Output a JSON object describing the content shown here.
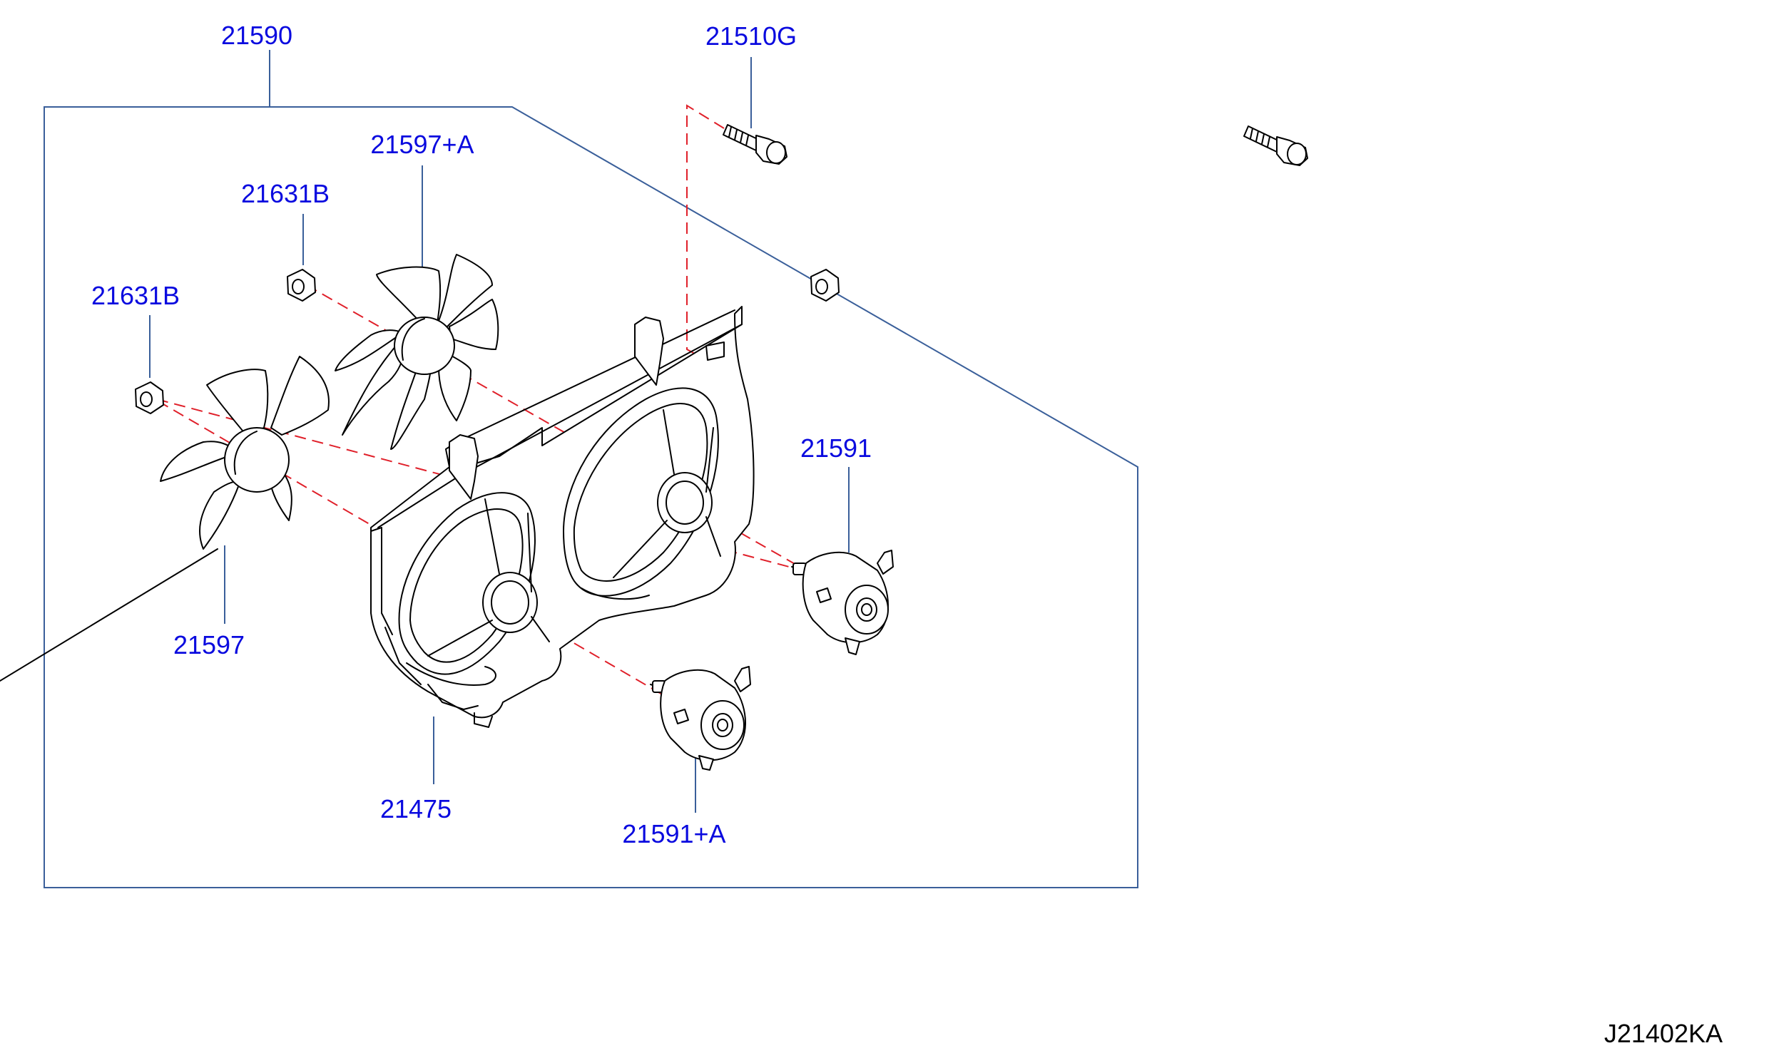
{
  "diagram": {
    "drawing_code": "J21402KA",
    "callouts": {
      "assembly": "21590",
      "bolt": "21510G",
      "fan_a": "21597+A",
      "nut_upper": "21631B",
      "nut_lower": "21631B",
      "motor": "21591",
      "fan": "21597",
      "shroud": "21475",
      "motor_a": "21591+A"
    },
    "colors": {
      "callout_text": "#0a0adf",
      "leader_line": "#3a5f9a",
      "center_line": "#e0202a",
      "part_outline": "#000000"
    }
  }
}
